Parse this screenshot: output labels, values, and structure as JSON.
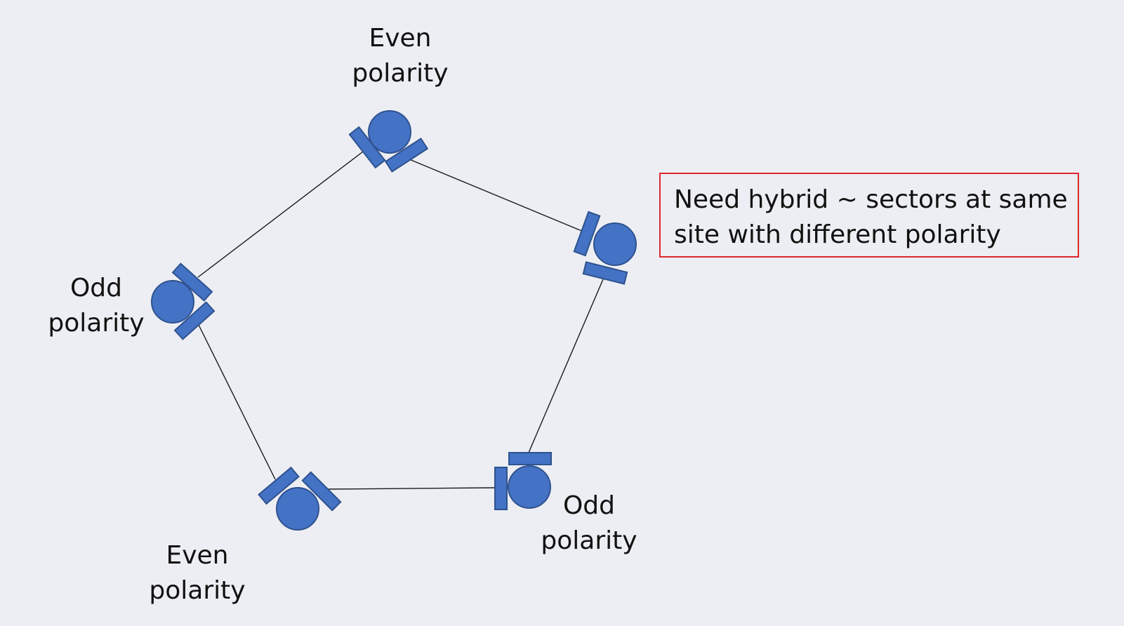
{
  "labels": {
    "top": {
      "line1": "Even",
      "line2": "polarity"
    },
    "left": {
      "line1": "Odd",
      "line2": "polarity"
    },
    "bottom_left": {
      "line1": "Even",
      "line2": "polarity"
    },
    "bottom_right": {
      "line1": "Odd",
      "line2": "polarity"
    }
  },
  "note": {
    "line1": "Need hybrid ~ sectors at same",
    "line2": "site with different polarity"
  },
  "colors": {
    "node_fill": "#4472c4",
    "node_stroke": "#2f528f",
    "edge": "#1a1a1a",
    "note_border": "#e0262e",
    "background": "#eceef3"
  }
}
